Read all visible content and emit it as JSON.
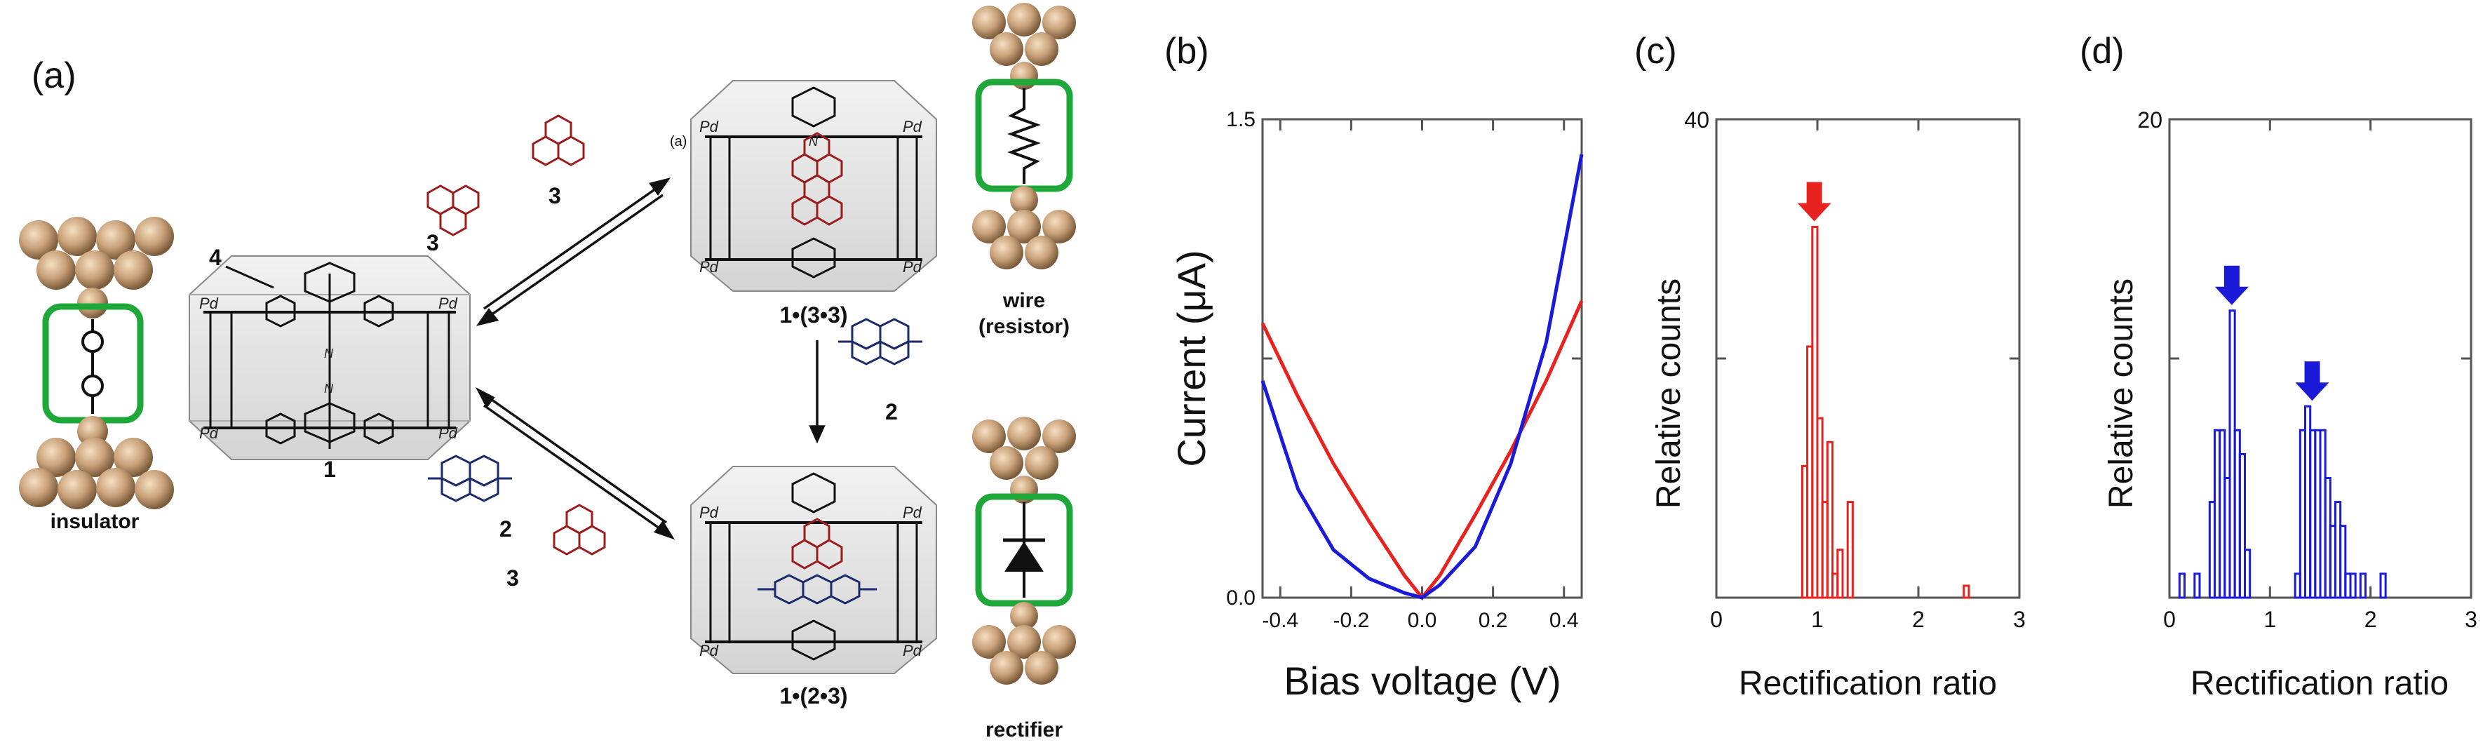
{
  "panel_a": {
    "label": "(a)",
    "insulator_label": "insulator",
    "wire_label_1": "wire",
    "wire_label_2": "(resistor)",
    "rectifier_label": "rectifier",
    "cage_empty_label": "1",
    "cage_33_label": "1•(3•3)",
    "cage_23_label": "1•(2•3)",
    "guest3_top_label_a": "3",
    "guest3_top_label_b": "3",
    "guest3_bottom_label": "3",
    "guest2_bottom_label": "2",
    "guest2_right_label": "2",
    "ligand_label": "4",
    "ligand_pointer_label": "(a)",
    "pd_label": "Pd",
    "n_label": "N",
    "colors": {
      "gold": "#c9a27a",
      "green": "#1fa83a",
      "red": "#9b1c1c",
      "navy": "#1c2a6b"
    }
  },
  "panel_b": {
    "label": "(b)",
    "chart_data": {
      "type": "line",
      "xlabel": "Bias voltage (V)",
      "ylabel": "Current (μA)",
      "xlim": [
        -0.45,
        0.45
      ],
      "ylim": [
        0.0,
        1.5
      ],
      "xticks": [
        "-0.4",
        "-0.2",
        "0.0",
        "0.2",
        "0.4"
      ],
      "yticks": [
        "0.0",
        "1.5"
      ],
      "series": [
        {
          "color": "#e8231f",
          "x": [
            -0.45,
            -0.35,
            -0.25,
            -0.15,
            -0.05,
            0.0,
            0.05,
            0.15,
            0.25,
            0.35,
            0.45
          ],
          "y": [
            0.86,
            0.63,
            0.42,
            0.24,
            0.07,
            0.0,
            0.07,
            0.26,
            0.46,
            0.68,
            0.93
          ]
        },
        {
          "color": "#1a1ad8",
          "x": [
            -0.45,
            -0.35,
            -0.25,
            -0.15,
            -0.05,
            0.0,
            0.05,
            0.15,
            0.25,
            0.35,
            0.45
          ],
          "y": [
            0.68,
            0.34,
            0.15,
            0.06,
            0.015,
            0.0,
            0.04,
            0.16,
            0.42,
            0.8,
            1.39
          ]
        }
      ]
    }
  },
  "panel_c": {
    "label": "(c)",
    "chart_data": {
      "type": "bar",
      "xlabel": "Rectification ratio",
      "ylabel": "Relative counts",
      "xlim": [
        0,
        3
      ],
      "ylim": [
        0,
        40
      ],
      "xticks": [
        "0",
        "1",
        "2",
        "3"
      ],
      "yticks": [
        "40"
      ],
      "bin_width": 0.05,
      "color": "#e8231f",
      "bins": [
        {
          "x": 0.85,
          "count": 11
        },
        {
          "x": 0.9,
          "count": 21
        },
        {
          "x": 0.95,
          "count": 31
        },
        {
          "x": 1.0,
          "count": 15
        },
        {
          "x": 1.05,
          "count": 8
        },
        {
          "x": 1.1,
          "count": 13
        },
        {
          "x": 1.15,
          "count": 2
        },
        {
          "x": 1.2,
          "count": 4
        },
        {
          "x": 1.3,
          "count": 8
        },
        {
          "x": 2.45,
          "count": 1
        }
      ],
      "arrow_at": 0.97
    }
  },
  "panel_d": {
    "label": "(d)",
    "chart_data": {
      "type": "bar",
      "xlabel": "Rectification ratio",
      "ylabel": "Relative counts",
      "xlim": [
        0,
        3
      ],
      "ylim": [
        0,
        20
      ],
      "xticks": [
        "0",
        "1",
        "2",
        "3"
      ],
      "yticks": [
        "20"
      ],
      "bin_width": 0.05,
      "color": "#1a1ad8",
      "bins": [
        {
          "x": 0.1,
          "count": 1
        },
        {
          "x": 0.25,
          "count": 1
        },
        {
          "x": 0.4,
          "count": 4
        },
        {
          "x": 0.45,
          "count": 7
        },
        {
          "x": 0.5,
          "count": 7
        },
        {
          "x": 0.55,
          "count": 5
        },
        {
          "x": 0.6,
          "count": 12
        },
        {
          "x": 0.65,
          "count": 7
        },
        {
          "x": 0.7,
          "count": 6
        },
        {
          "x": 0.75,
          "count": 2
        },
        {
          "x": 1.25,
          "count": 1
        },
        {
          "x": 1.3,
          "count": 7
        },
        {
          "x": 1.35,
          "count": 8
        },
        {
          "x": 1.4,
          "count": 7
        },
        {
          "x": 1.45,
          "count": 7
        },
        {
          "x": 1.5,
          "count": 7
        },
        {
          "x": 1.55,
          "count": 5
        },
        {
          "x": 1.6,
          "count": 3
        },
        {
          "x": 1.65,
          "count": 4
        },
        {
          "x": 1.7,
          "count": 3
        },
        {
          "x": 1.75,
          "count": 1
        },
        {
          "x": 1.8,
          "count": 1
        },
        {
          "x": 1.9,
          "count": 1
        },
        {
          "x": 2.1,
          "count": 1
        }
      ],
      "arrows_at": [
        0.62,
        1.42
      ]
    }
  }
}
